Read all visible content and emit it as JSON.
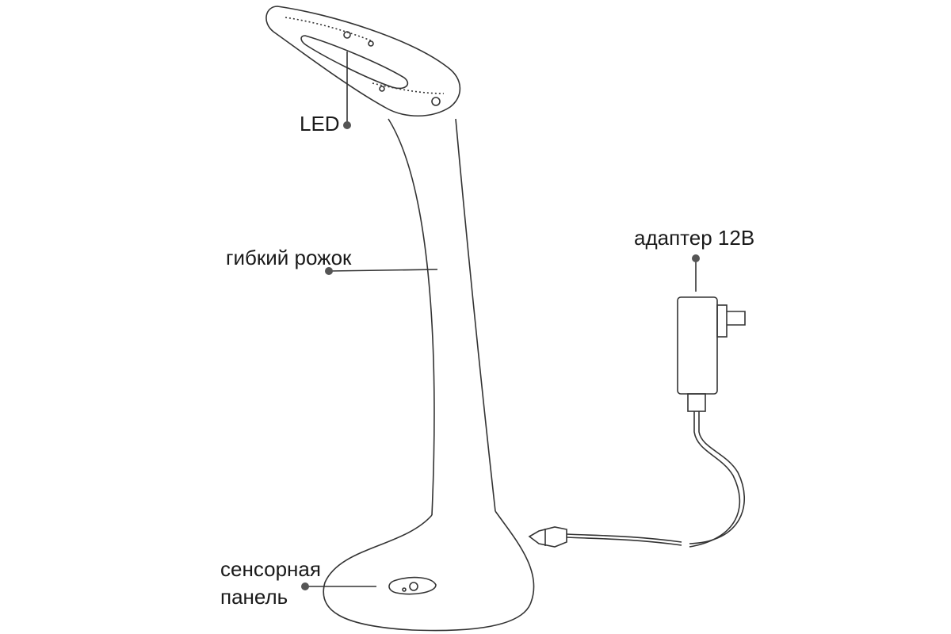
{
  "labels": {
    "led": "LED",
    "neck": "гибкий рожок",
    "adapter": "адаптер 12В",
    "touch_line1": "сенсорная",
    "touch_line2": "панель"
  },
  "colors": {
    "line": "#333333",
    "callout_dot": "#555555",
    "background": "#ffffff"
  }
}
